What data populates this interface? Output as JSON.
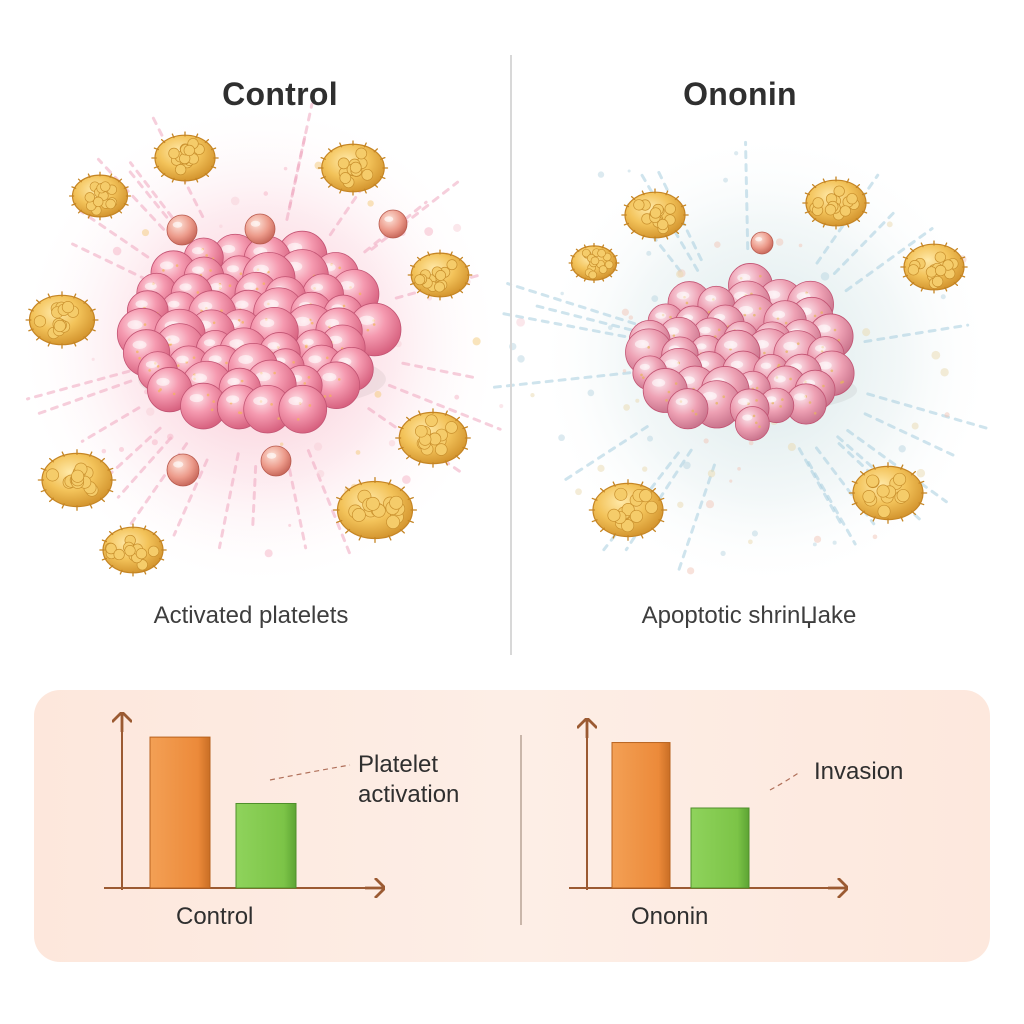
{
  "panels": {
    "control": {
      "title": "Control",
      "caption": "Activated platelets"
    },
    "ononin": {
      "title": "Ononin",
      "caption": "Apoptotic shrinЏake"
    }
  },
  "colors": {
    "tumor_pink": "#f08aa2",
    "platelet_gold": "#f3c35a",
    "bar_orange": "#ef8f3e",
    "bar_green": "#82c94f",
    "axis_brown": "#9b5a32",
    "glow_pink": "#fbd3dd",
    "glow_blue": "#dbeaec"
  },
  "chart_data": [
    {
      "type": "bar",
      "categories": [
        "",
        ""
      ],
      "values": [
        1.0,
        0.56
      ],
      "series_colors": [
        "#ef8f3e",
        "#82c94f"
      ],
      "annotation": [
        "Platelet",
        "activation"
      ],
      "xlabel": "Control",
      "ylim": [
        0,
        1.1
      ]
    },
    {
      "type": "bar",
      "categories": [
        "",
        ""
      ],
      "values": [
        1.0,
        0.55
      ],
      "series_colors": [
        "#ef8f3e",
        "#82c94f"
      ],
      "annotation": [
        "Invasion"
      ],
      "xlabel": "Ononin",
      "ylim": [
        0,
        1.1
      ]
    }
  ]
}
